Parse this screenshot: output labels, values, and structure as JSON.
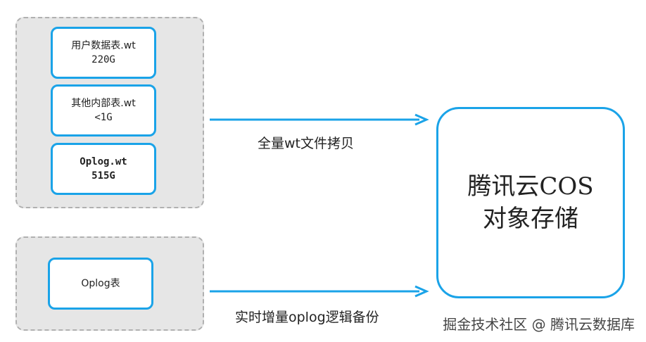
{
  "source_group": {
    "files": [
      {
        "name": "用户数据表.wt",
        "size": "220G"
      },
      {
        "name": "其他内部表.wt",
        "size": "<1G"
      },
      {
        "name": "Oplog.wt",
        "size": "515G"
      }
    ]
  },
  "oplog_group": {
    "table": "Oplog表"
  },
  "target": {
    "line1": "腾讯云COS",
    "line2": "对象存储"
  },
  "arrows": {
    "full_copy": "全量wt文件拷贝",
    "incremental_backup": "实时增量oplog逻辑备份"
  },
  "watermark": "掘金技术社区 @ 腾讯云数据库",
  "colors": {
    "accent": "#1aa3e8",
    "group_fill": "#e6e6e6",
    "group_border": "#b0b0b0"
  }
}
